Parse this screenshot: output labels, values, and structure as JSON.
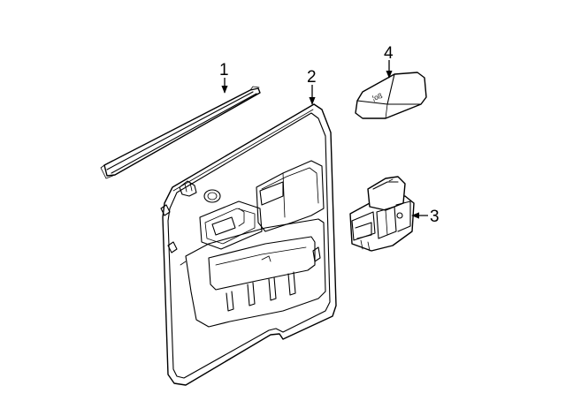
{
  "callouts": {
    "c1": "1",
    "c2": "2",
    "c3": "3",
    "c4": "4"
  },
  "parts": {
    "cover_text": "¦oß"
  },
  "colors": {
    "line": "#000000",
    "background": "#ffffff"
  }
}
